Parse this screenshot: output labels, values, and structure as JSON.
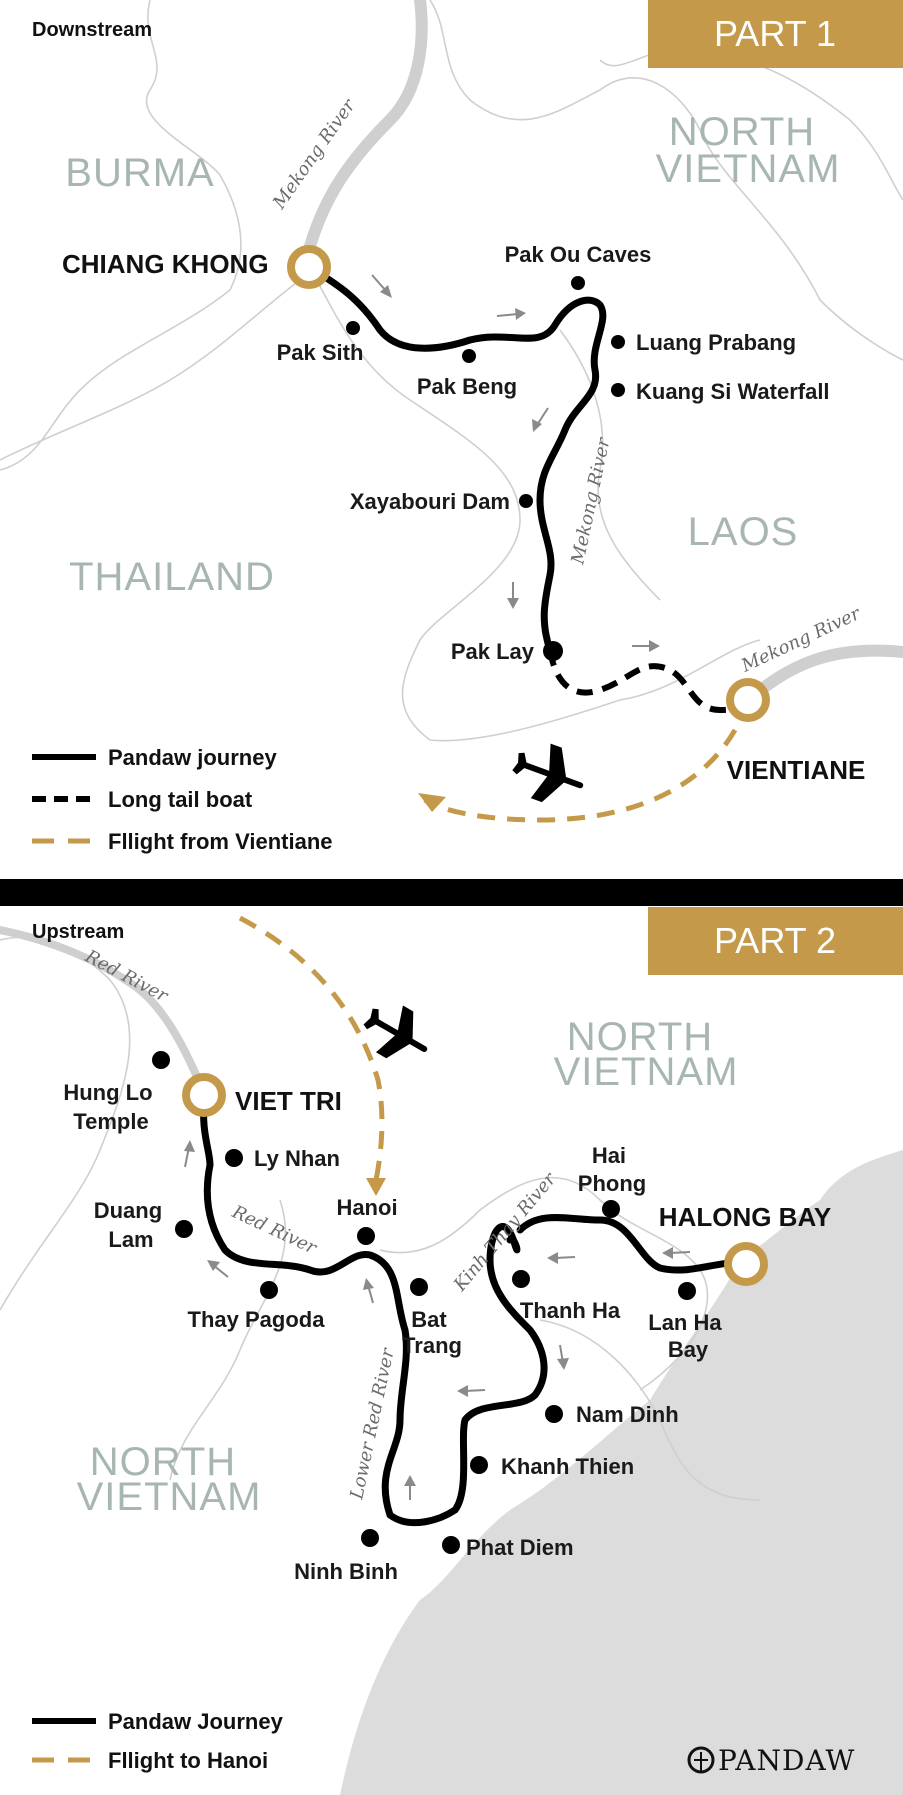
{
  "colors": {
    "gold": "#c49a4a",
    "river": "#cfcfcf",
    "country_label": "#a8b6b3",
    "sea": "#dcdcdc"
  },
  "part1": {
    "direction": "Downstream",
    "part_label": "PART 1",
    "countries": {
      "burma": "BURMA",
      "north_vietnam": "NORTH\nVIETNAM",
      "thailand": "THAILAND",
      "laos": "LAOS"
    },
    "rivers": {
      "mekong_top": "Mekong River",
      "mekong_mid": "Mekong River",
      "mekong_right": "Mekong River"
    },
    "places": {
      "chiang_khong": "CHIANG KHONG",
      "pak_ou_caves": "Pak Ou Caves",
      "luang_prabang": "Luang Prabang",
      "kuang_si": "Kuang Si Waterfall",
      "pak_sith": "Pak Sith",
      "pak_beng": "Pak Beng",
      "xayabouri": "Xayabouri Dam",
      "pak_lay": "Pak Lay",
      "vientiane": "VIENTIANE"
    },
    "legend": [
      {
        "type": "solid",
        "label": "Pandaw journey"
      },
      {
        "type": "boat",
        "label": "Long tail boat"
      },
      {
        "type": "flight",
        "label": "Fllight from Vientiane"
      }
    ]
  },
  "part2": {
    "direction": "Upstream",
    "part_label": "PART 2",
    "countries": {
      "north_vietnam_top": "NORTH\nVIETNAM",
      "north_vietnam_left": "NORTH\nVIETNAM"
    },
    "rivers": {
      "red_top": "Red River",
      "red_mid": "Red River",
      "kinh_thay": "Kinh Thay River",
      "lower_red": "Lower Red River"
    },
    "places": {
      "hung_lo": "Hung Lo\nTemple",
      "viet_tri": "VIET TRI",
      "ly_nhan": "Ly Nhan",
      "duang_lam": "Duang\nLam",
      "hanoi": "Hanoi",
      "thay_pagoda": "Thay Pagoda",
      "bat_trang": "Bat\nTrang",
      "hai_phong": "Hai\nPhong",
      "halong_bay": "HALONG BAY",
      "thanh_ha": "Thanh Ha",
      "lan_ha_bay": "Lan Ha\nBay",
      "nam_dinh": "Nam Dinh",
      "khanh_thien": "Khanh Thien",
      "ninh_binh": "Ninh Binh",
      "phat_diem": "Phat Diem"
    },
    "legend": [
      {
        "type": "solid",
        "label": "Pandaw Journey"
      },
      {
        "type": "flight",
        "label": "Fllight to Hanoi"
      }
    ],
    "brand": "PANDAW"
  }
}
